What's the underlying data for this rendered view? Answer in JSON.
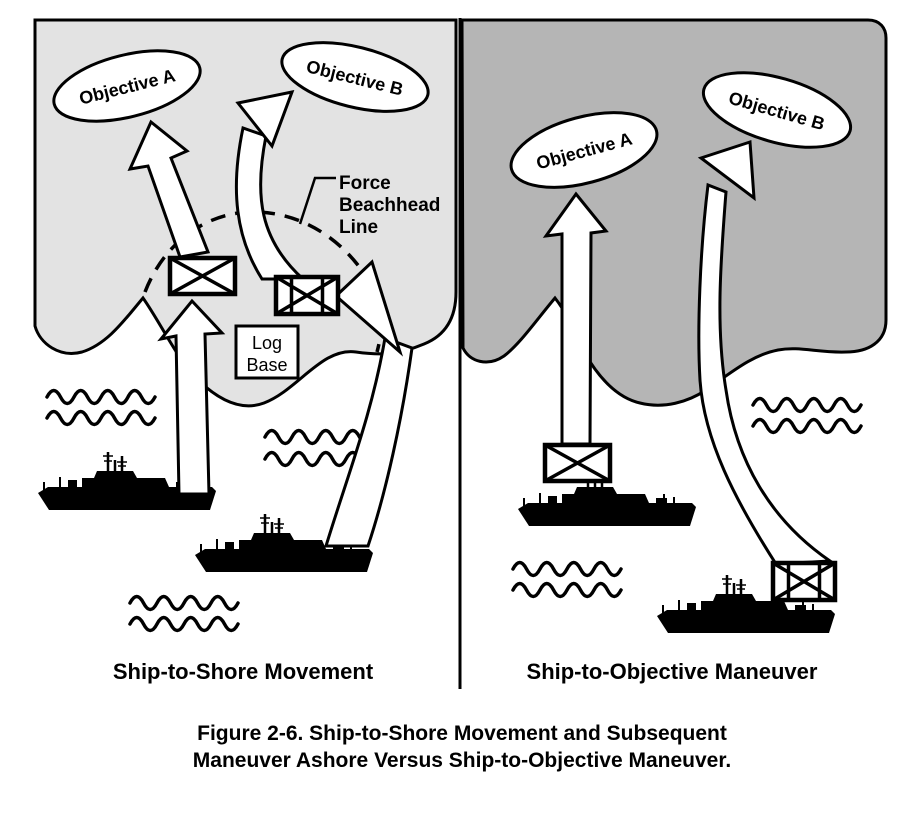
{
  "figure": {
    "caption_line1": "Figure 2-6. Ship-to-Shore Movement and Subsequent",
    "caption_line2": "Maneuver Ashore Versus Ship-to-Objective Maneuver."
  },
  "panels": {
    "left": {
      "title": "Ship-to-Shore Movement",
      "objective_a": "Objective A",
      "objective_b": "Objective B",
      "force_beachhead_line": [
        "Force",
        "Beachhead",
        "Line"
      ],
      "log_base": [
        "Log",
        "Base"
      ]
    },
    "right": {
      "title": "Ship-to-Objective Maneuver",
      "objective_a": "Objective A",
      "objective_b": "Objective B"
    }
  },
  "colors": {
    "left_land": "#e3e3e3",
    "right_land": "#b5b5b5",
    "outline": "#000000",
    "background": "#ffffff"
  }
}
